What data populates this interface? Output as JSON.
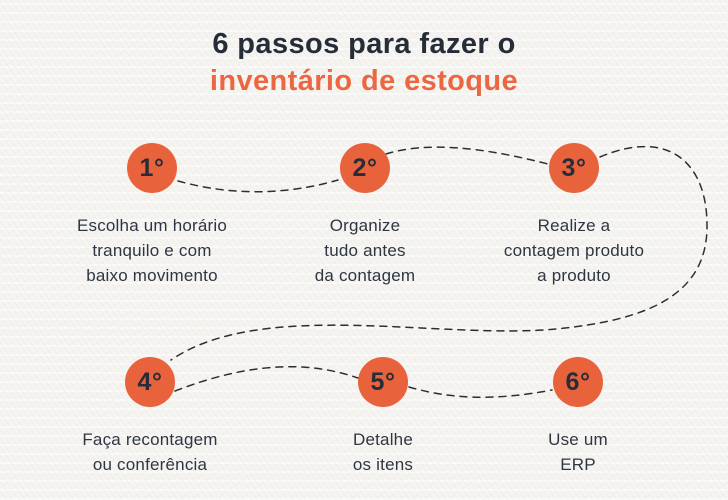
{
  "title": {
    "line1": "6 passos para fazer o",
    "line2": "inventário de estoque"
  },
  "colors": {
    "accent_orange_title": "#ec6741",
    "accent_orange_badge": "#e8623c",
    "dark_navy": "#272d38",
    "body_text": "#2f3642",
    "connector_dash": "#2d2e30",
    "background": "#f5f4f1"
  },
  "steps": [
    {
      "number": "1°",
      "lines": [
        "Escolha um horário",
        "tranquilo e com",
        "baixo movimento"
      ]
    },
    {
      "number": "2°",
      "lines": [
        "Organize",
        "tudo antes",
        "da contagem"
      ]
    },
    {
      "number": "3°",
      "lines": [
        "Realize a",
        "contagem produto",
        "a produto"
      ]
    },
    {
      "number": "4°",
      "lines": [
        "Faça recontagem",
        "ou conferência"
      ]
    },
    {
      "number": "5°",
      "lines": [
        "Detalhe",
        "os itens"
      ]
    },
    {
      "number": "6°",
      "lines": [
        "Use um",
        "ERP"
      ]
    }
  ]
}
